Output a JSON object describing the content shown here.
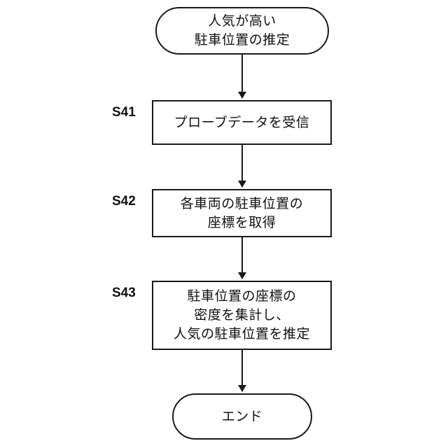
{
  "flow": {
    "start": {
      "lines": [
        "人気が高い",
        "駐車位置の推定"
      ]
    },
    "steps": [
      {
        "id": "S41",
        "lines": [
          "プローブデータを受信"
        ]
      },
      {
        "id": "S42",
        "lines": [
          "各車両の駐車位置の",
          "座標を取得"
        ]
      },
      {
        "id": "S43",
        "lines": [
          "駐車位置の座標の",
          "密度を集計し、",
          "人気の駐車位置を推定"
        ]
      }
    ],
    "end": {
      "lines": [
        "エンド"
      ]
    }
  }
}
